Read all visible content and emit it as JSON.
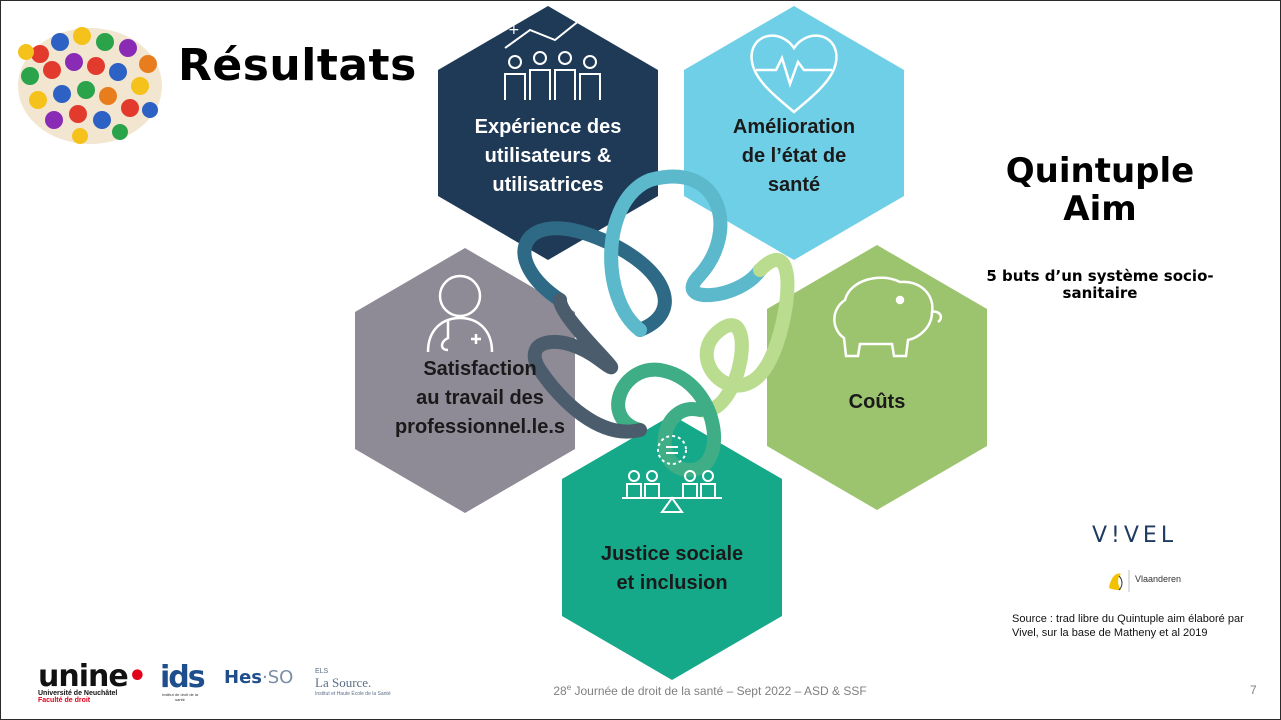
{
  "slide": {
    "title": "Résultats",
    "aim_title": "Quintuple Aim",
    "aim_subtitle": "5 buts d’un système socio-sanitaire",
    "source_text": "Source : trad libre du Quintuple aim élaboré par Vivel, sur la base de Matheny et al 2019",
    "footer_number": "28",
    "footer_sup": "e",
    "footer_text": " Journée de droit de la santé – Sept 2022 – ASD & SSF",
    "page_number": "7"
  },
  "hexagons": [
    {
      "lines": [
        "Expérience des",
        "utilisateurs &",
        "utilisatrices"
      ],
      "color": "#1f3a57",
      "icon": "people-growth-icon"
    },
    {
      "lines": [
        "Amélioration",
        "de l’état de",
        "santé"
      ],
      "color": "#6fcfe6",
      "icon": "heart-pulse-icon"
    },
    {
      "lines": [
        "Coûts"
      ],
      "color": "#9cc36e",
      "icon": "piggy-bank-icon"
    },
    {
      "lines": [
        "Justice sociale",
        "et inclusion"
      ],
      "color": "#15a98a",
      "icon": "justice-balance-icon"
    },
    {
      "lines": [
        "Satisfaction",
        "au travail des",
        "professionnel.le.s"
      ],
      "color": "#8f8b96",
      "icon": "doctor-icon"
    }
  ],
  "logos": {
    "vivel": "V!VEL",
    "vlaanderen": "Vlaanderen",
    "unine": "unine",
    "unine_sub1": "Université de Neuchâtel",
    "unine_sub2": "Faculté de droit",
    "ids": "ids",
    "ids_sub": "Institut de droit de la santé",
    "hes": "Hes",
    "hes_so": "·SO",
    "source_mark": "ELS",
    "la_source": "La Source.",
    "la_source_sub": "Institut et Haute École de la Santé"
  },
  "colors": {
    "dark_blue": "#1f3a57",
    "light_blue": "#6fcfe6",
    "green": "#9cc36e",
    "teal": "#15a98a",
    "grey": "#8f8b96"
  }
}
